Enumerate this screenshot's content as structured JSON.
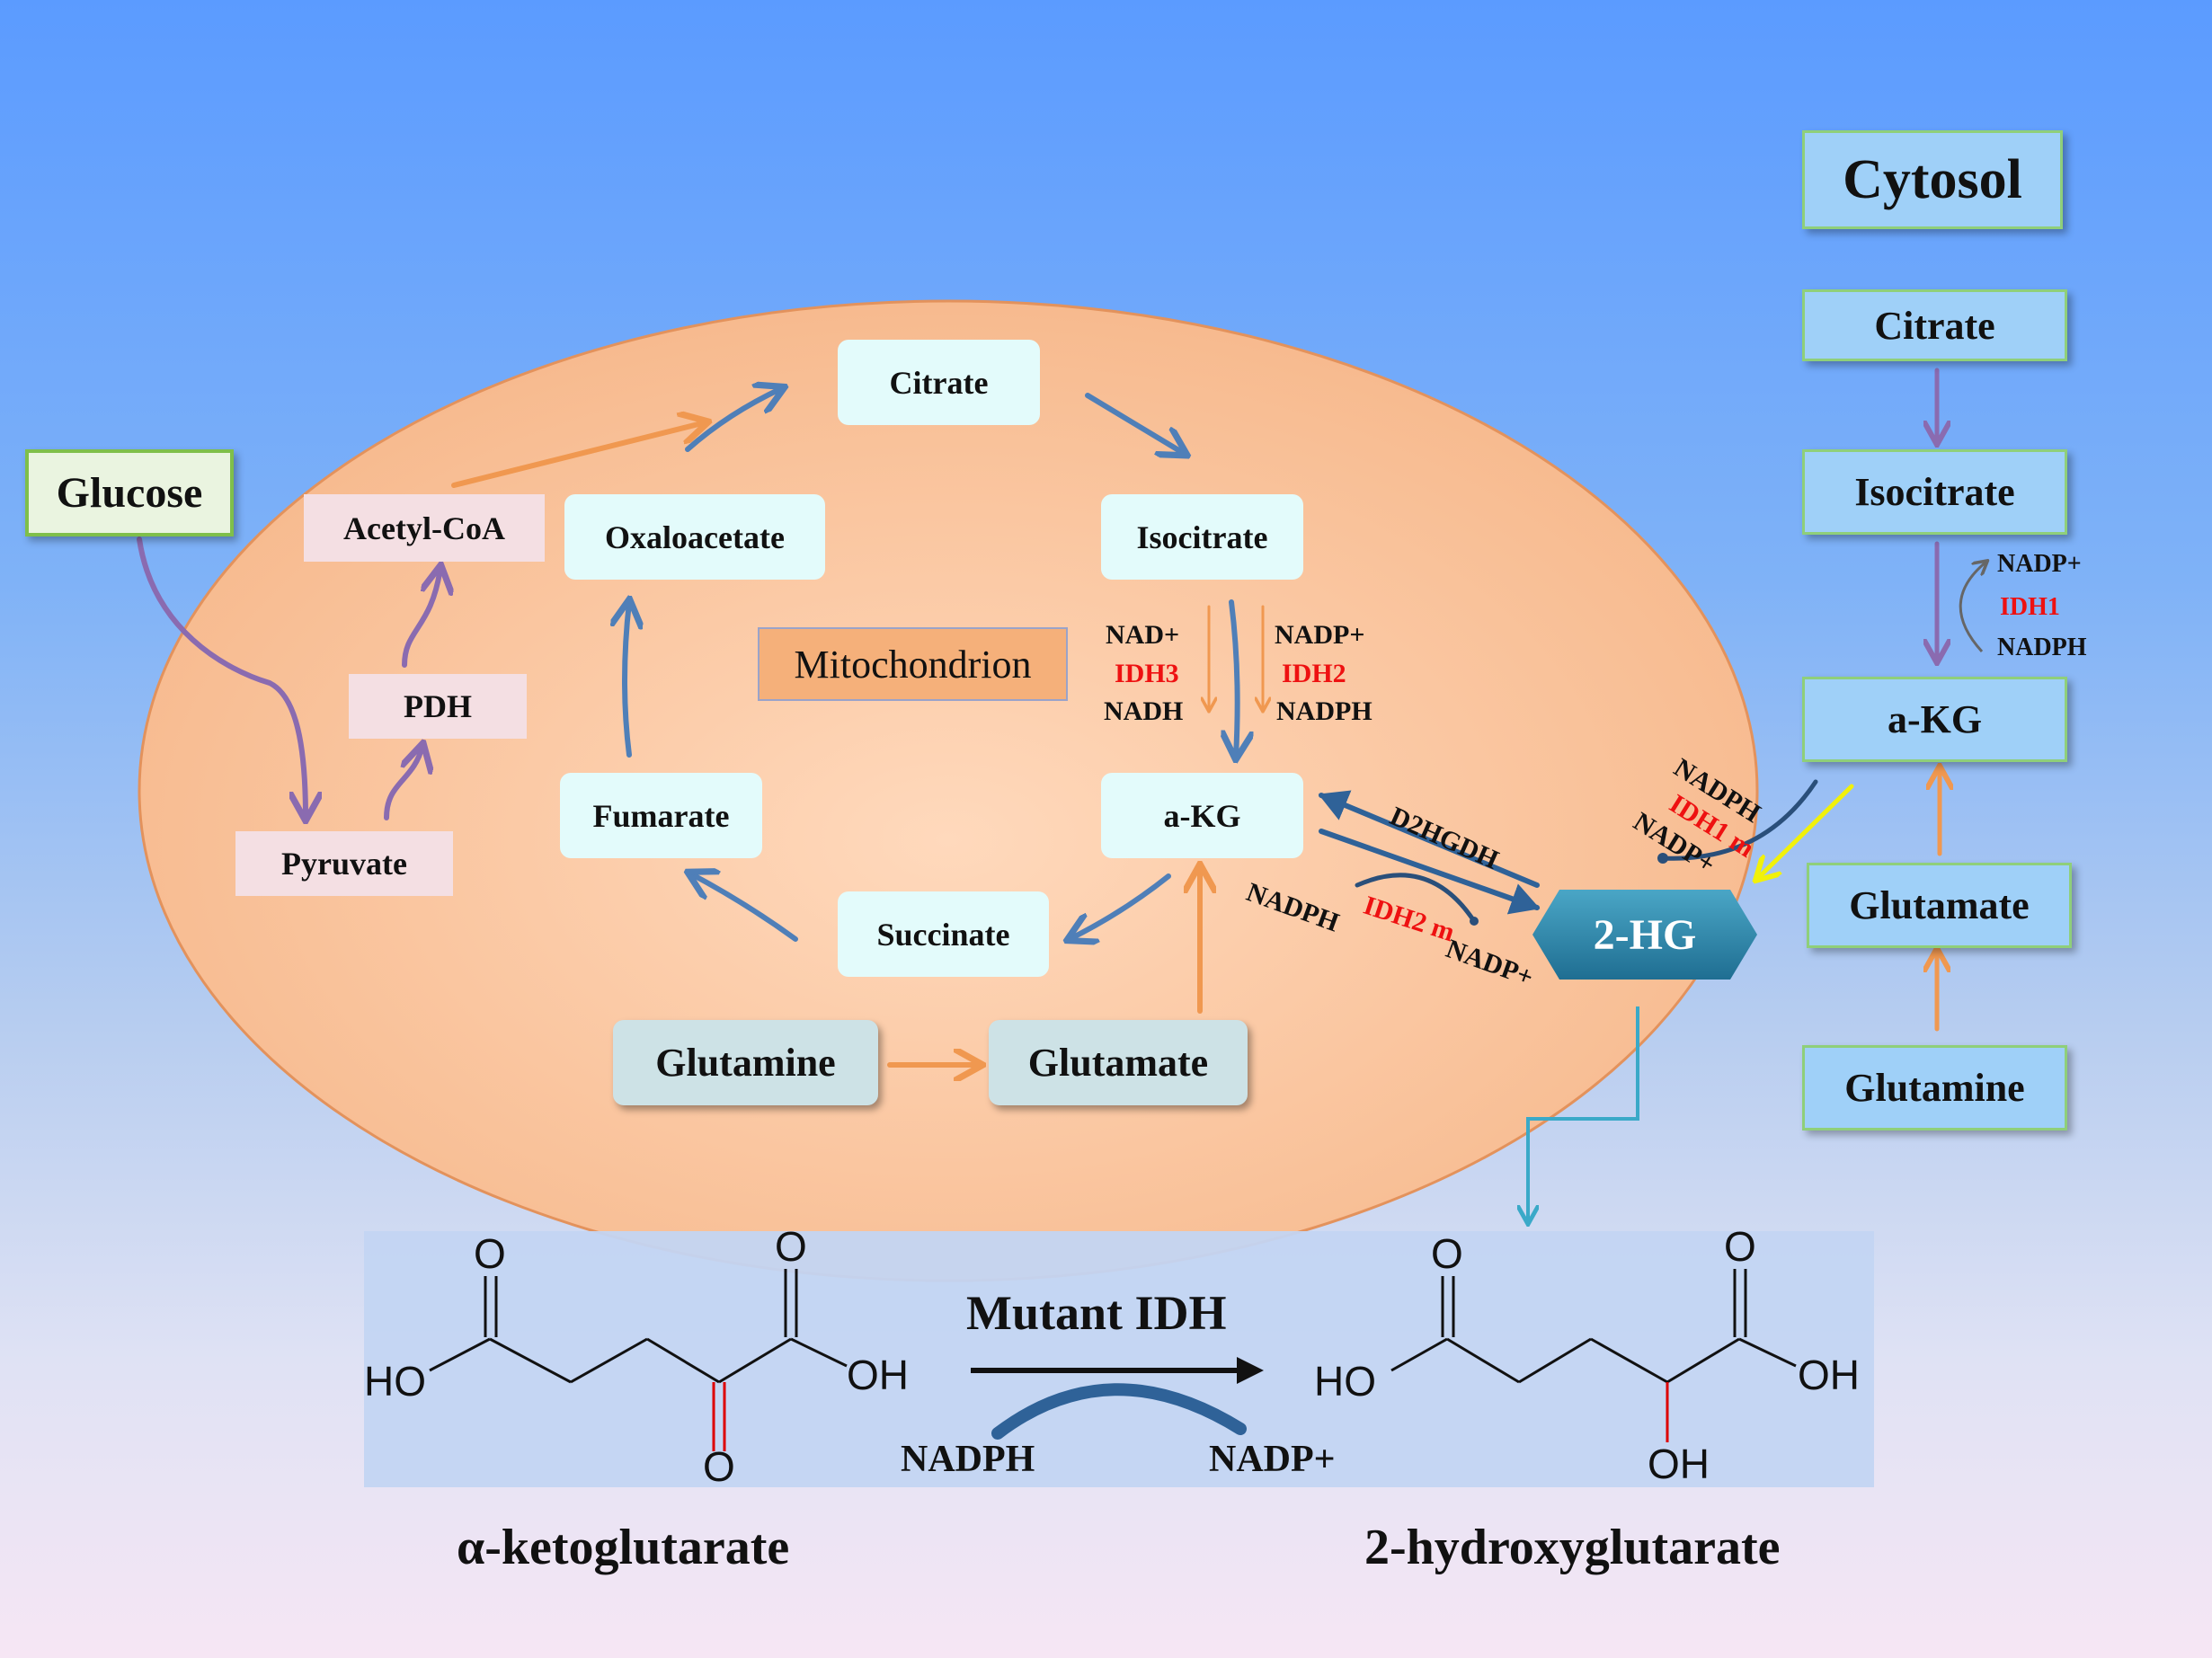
{
  "outside": {
    "glucose": "Glucose",
    "cytosol_title": "Cytosol"
  },
  "mitochondrion": {
    "label": "Mitochondrion",
    "nodes": {
      "citrate": "Citrate",
      "isocitrate": "Isocitrate",
      "akg": "a-KG",
      "succinate": "Succinate",
      "fumarate": "Fumarate",
      "oxaloacetate": "Oxaloacetate",
      "acetylcoa": "Acetyl-CoA",
      "pdh": "PDH",
      "pyruvate": "Pyruvate",
      "glutamine": "Glutamine",
      "glutamate": "Glutamate"
    },
    "idh3": {
      "in": "NAD+",
      "enzyme": "IDH3",
      "out": "NADH"
    },
    "idh2": {
      "in": "NADP+",
      "enzyme": "IDH2",
      "out": "NADPH"
    },
    "d2hgdh": "D2HGDH",
    "idh2m": {
      "in": "NADPH",
      "enzyme": "IDH2 m",
      "out": "NADP+"
    }
  },
  "hg": "2-HG",
  "cytosol": {
    "citrate": "Citrate",
    "isocitrate": "Isocitrate",
    "akg": "a-KG",
    "glutamate": "Glutamate",
    "glutamine": "Glutamine",
    "idh1": {
      "in": "NADP+",
      "enzyme": "IDH1",
      "out": "NADPH"
    },
    "idh1m": {
      "in": "NADPH",
      "enzyme": "IDH1 m",
      "out": "NADP+"
    }
  },
  "reaction": {
    "enzyme": "Mutant IDH",
    "cofactor_in": "NADPH",
    "cofactor_out": "NADP+",
    "substrate_name": "α-ketoglutarate",
    "product_name": "2-hydroxyglutarate",
    "atoms": {
      "O": "O",
      "HO": "HO",
      "OH": "OH"
    }
  },
  "colors": {
    "blue_arrow": "#4f7fb8",
    "orange_arrow": "#f09850",
    "purple_arrow": "#8a6bb0",
    "yellow_arrow": "#f1f10a",
    "cyan_line": "#3aa9c8",
    "red_text": "#e11111"
  }
}
